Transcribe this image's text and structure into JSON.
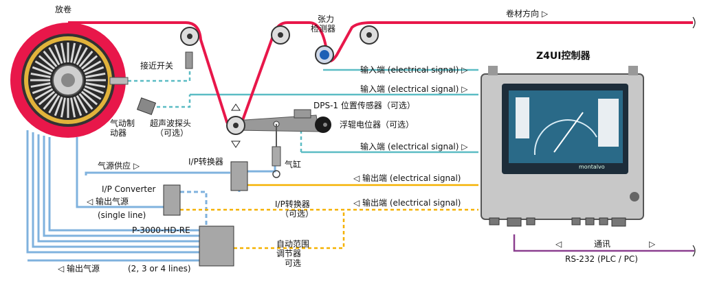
{
  "labels": {
    "unwind": "放卷",
    "web_direction": "卷材方向 ▷",
    "tension_sensor": "张力\n检测器",
    "proximity_switch": "接近开关",
    "ultrasonic_probe": "超声波探头\n（可选）",
    "pneumatic_brake": "气动制\n动器",
    "dps1_sensor": "DPS-1 位置传感器（可选）",
    "dancer_pot": "浮辊电位器（可选）",
    "air_cylinder": "气缸",
    "ip_converter_cn": "I/P转换器",
    "ip_converter_optional": "I/P转换器\n（可选）",
    "air_supply": "气源供应 ▷",
    "ip_converter_en": "I/P Converter",
    "air_output_single": "◁ 输出气源",
    "single_line": "(single line)",
    "p3000": "P-3000-HD-RE",
    "auto_range": "自动范围\n调节器\n可选",
    "air_output_multi": "◁ 输出气源",
    "lines_count": "(2, 3 or 4 lines)",
    "controller_title": "Z4UI控制器",
    "input1": "输入端 (electrical signal) ▷",
    "input2": "输入端 (electrical signal) ▷",
    "input3": "输入端 (electrical signal) ▷",
    "output1": "◁  输出端 (electrical signal)",
    "output2": "◁  输出端 (electrical signal)",
    "comm_left": "◁",
    "comm": "通讯",
    "comm_right": "▷",
    "rs232": "RS-232 (PLC / PC)",
    "brand": "montalvo"
  },
  "colors": {
    "web": "#e8174a",
    "signal": "#5bbcc4",
    "output": "#f5b100",
    "air": "#7fb2de",
    "comm": "#8b3f8f",
    "dark": "#222222"
  }
}
